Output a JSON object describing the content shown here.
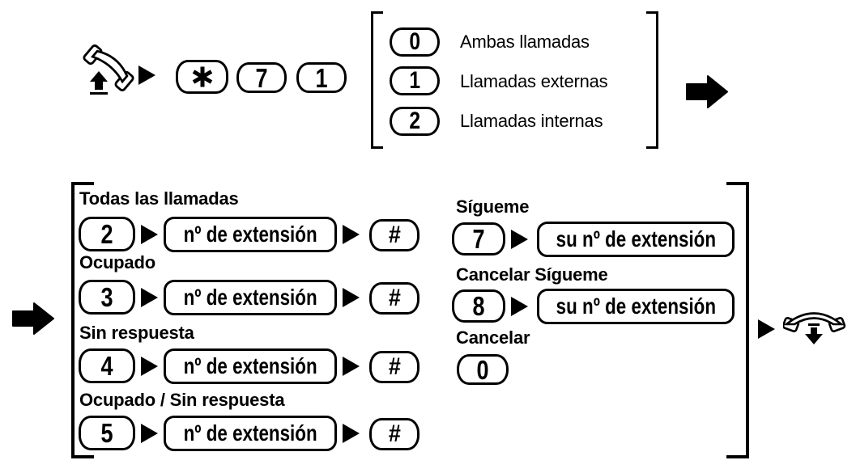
{
  "colors": {
    "ink": "#000000",
    "paper": "#ffffff"
  },
  "icons": {
    "offhook": "lift-handset",
    "onhook": "hang-up-handset",
    "star_key": "six-spoke-star",
    "flow_arrow": "right-block-arrow",
    "step_arrow": "right-triangle"
  },
  "dial_sequence": {
    "star": "✱",
    "keys": [
      "7",
      "1"
    ]
  },
  "call_type_menu": {
    "items": [
      {
        "key": "0",
        "label": "Ambas llamadas"
      },
      {
        "key": "1",
        "label": "Llamadas externas"
      },
      {
        "key": "2",
        "label": "Llamadas internas"
      }
    ]
  },
  "forward_menu": {
    "left": [
      {
        "title": "Todas las llamadas",
        "key": "2",
        "box": "nº de extensión",
        "hash": "#"
      },
      {
        "title": "Ocupado",
        "key": "3",
        "box": "nº de extensión",
        "hash": "#"
      },
      {
        "title": "Sin respuesta",
        "key": "4",
        "box": "nº de extensión",
        "hash": "#"
      },
      {
        "title": "Ocupado / Sin respuesta",
        "key": "5",
        "box": "nº de extensión",
        "hash": "#"
      }
    ],
    "right": [
      {
        "title": "Sígueme",
        "key": "7",
        "box": "su nº de extensión"
      },
      {
        "title": "Cancelar Sígueme",
        "key": "8",
        "box": "su nº de extensión"
      },
      {
        "title": "Cancelar",
        "key": "0"
      }
    ]
  }
}
